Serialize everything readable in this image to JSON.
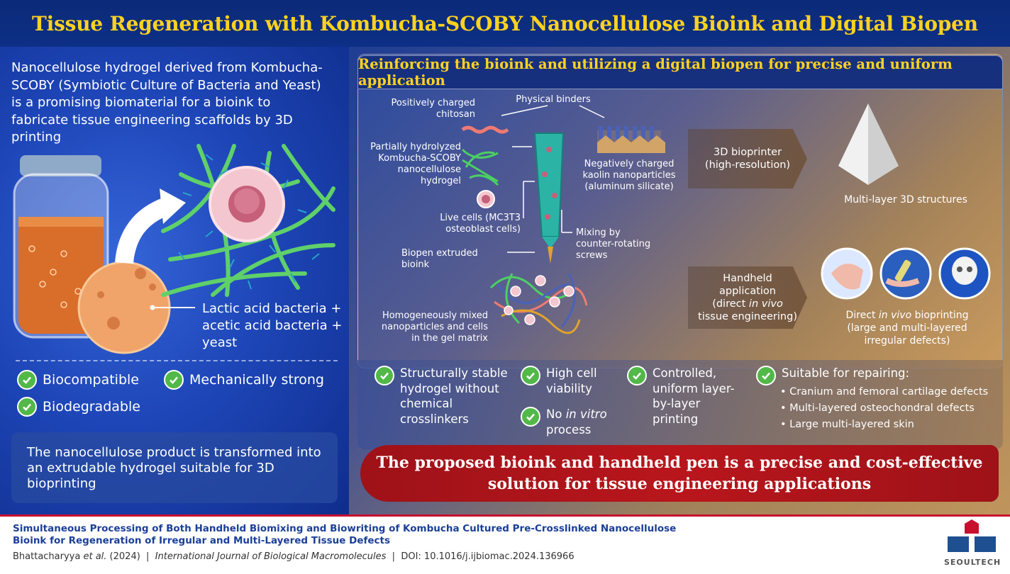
{
  "title": "Tissue Regeneration with Kombucha-SCOBY Nanocellulose Bioink and Digital Biopen",
  "left": {
    "intro": "Nanocellulose hydrogel derived from Kombucha-SCOBY (Symbiotic Culture of Bacteria and Yeast) is a promising biomaterial for a bioink to fabricate tissue engineering scaffolds by 3D printing",
    "bacteria_line1": "Lactic acid bacteria +",
    "bacteria_line2": "acetic acid bacteria +",
    "bacteria_line3": "yeast",
    "properties": [
      "Biocompatible",
      "Mechanically strong",
      "Biodegradable"
    ],
    "box_text": "The nanocellulose product is transformed into an extrudable hydrogel suitable for 3D bioprinting"
  },
  "right": {
    "subtitle": "Reinforcing the bioink and utilizing a digital biopen for precise and uniform application",
    "labels": {
      "chitosan_1": "Positively charged",
      "chitosan_2": "chitosan",
      "binders": "Physical binders",
      "scoby_1": "Partially hydrolyzed",
      "scoby_2": "Kombucha-SCOBY",
      "scoby_3": "nanocellulose",
      "scoby_4": "hydrogel",
      "kaolin_1": "Negatively charged",
      "kaolin_2": "kaolin nanoparticles",
      "kaolin_3": "(aluminum silicate)",
      "cells_1": "Live cells (MC3T3",
      "cells_2": "osteoblast cells)",
      "mixing_1": "Mixing by",
      "mixing_2": "counter-rotating",
      "mixing_3": "screws",
      "extruded": "Biopen extruded bioink",
      "mixed_1": "Homogeneously mixed",
      "mixed_2": "nanoparticles and cells",
      "mixed_3": "in the gel matrix"
    },
    "printer_1": "3D bioprinter",
    "printer_2": "(high-resolution)",
    "multilayer": "Multi-layer 3D structures",
    "handheld_1": "Handheld",
    "handheld_2": "application",
    "handheld_3a": "(direct ",
    "handheld_3b": "in vivo",
    "handheld_4": "tissue engineering)",
    "direct_1a": "Direct ",
    "direct_1b": "in vivo",
    "direct_1c": " bioprinting",
    "direct_2": "(large and multi-layered",
    "direct_3": "irregular defects)"
  },
  "features": {
    "f1": "Structurally stable hydrogel without chemical crosslinkers",
    "f2": "High cell viability",
    "f3a": "No ",
    "f3b": "in vitro",
    "f3c": "process",
    "f4": "Controlled, uniform layer-by-layer printing",
    "f5": "Suitable for repairing:",
    "bullets": [
      "• Cranium and femoral cartilage defects",
      "• Multi-layered osteochondral defects",
      "• Large multi-layered skin"
    ]
  },
  "conclusion_1": "The proposed bioink and handheld pen is a precise and cost-effective",
  "conclusion_2": "solution for tissue engineering applications",
  "footer": {
    "paper_title_1": "Simultaneous Processing of Both Handheld Biomixing and Biowriting of Kombucha Cultured Pre-Crosslinked Nanocellulose",
    "paper_title_2": "Bioink for Regeneration of Irregular and Multi-Layered Tissue Defects",
    "author": "Bhattacharyya ",
    "et_al": "et al.",
    "year": " (2024)  |  ",
    "journal": "International Journal of Biological Macromolecules",
    "doi": "  |  DOI: 10.1016/j.ijbiomac.2024.136966",
    "logo_text": "SEOULTECH"
  },
  "colors": {
    "title_yellow": "#ffd21f",
    "header_blue": "#0d2f86",
    "check_green": "#52b848",
    "conclusion_red": "#b8161c",
    "footer_blue": "#1b3f98"
  }
}
